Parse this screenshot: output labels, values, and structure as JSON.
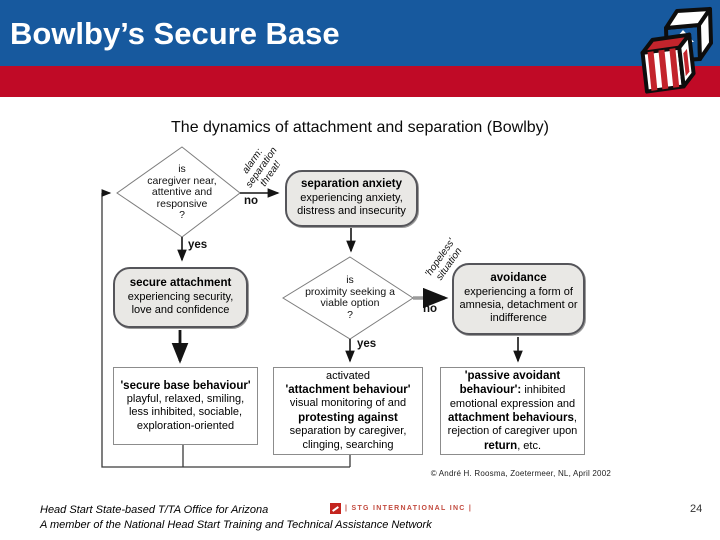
{
  "slide": {
    "title": "Bowlby’s Secure Base",
    "page_number": "24"
  },
  "colors": {
    "header_blue": "#17599E",
    "accent_red": "#C00A26",
    "stg_red": "#C24A3E",
    "box_fill_gray": "#e9e8e5"
  },
  "icons": {
    "blocks_logo": "stacked-cubes-with-up-arrow",
    "stg_mark": "red-square-mark"
  },
  "diagram": {
    "title": "The dynamics of attachment and separation (Bowlby)",
    "copyright": "© André H. Roosma, Zoetermeer, NL,  April 2002",
    "decision1": {
      "lines": [
        "is",
        "caregiver near,",
        "attentive and",
        "responsive",
        "?"
      ]
    },
    "decision2": {
      "lines": [
        "is",
        "proximity seeking a",
        "viable option",
        "?"
      ]
    },
    "labels": {
      "alarm": {
        "lines": [
          "alarm:",
          "separation",
          "threat!"
        ]
      },
      "hopeless": {
        "lines": [
          "'hopeless'",
          "situation"
        ]
      },
      "no1": "no",
      "yes1": "yes",
      "no2": "no",
      "yes2": "yes"
    },
    "boxes": {
      "separation_anxiety": {
        "title": "separation anxiety",
        "body": "experiencing anxiety, distress and insecurity"
      },
      "secure_attachment": {
        "title": "secure attachment",
        "body": "experiencing security, love and confidence"
      },
      "avoidance": {
        "title": "avoidance",
        "body": "experiencing a form of amnesia, detachment or indifference"
      },
      "secure_base": {
        "title": "'secure base behaviour'",
        "body": "playful, relaxed, smiling, less inhibited, sociable, exploration-oriented"
      },
      "attachment_behaviour": {
        "pre": "activated",
        "title": "'attachment behaviour'",
        "seg1": "visual monitoring of and ",
        "seg2": "protesting against",
        "seg3": " separation by caregiver, clinging, searching"
      },
      "passive_avoidant": {
        "seg1": "'passive avoidant behaviour': ",
        "seg2": "inhibited emotional expression and ",
        "seg3": "attachment behaviours",
        "seg4": ", rejection of caregiver upon ",
        "seg5": "return",
        "seg6": ", etc."
      }
    }
  },
  "footer": {
    "line1": "Head Start State-based T/TA Office for Arizona",
    "line2": "A member of the National Head Start Training and Technical Assistance Network",
    "stg_logo_text": "| STG INTERNATIONAL INC |"
  }
}
